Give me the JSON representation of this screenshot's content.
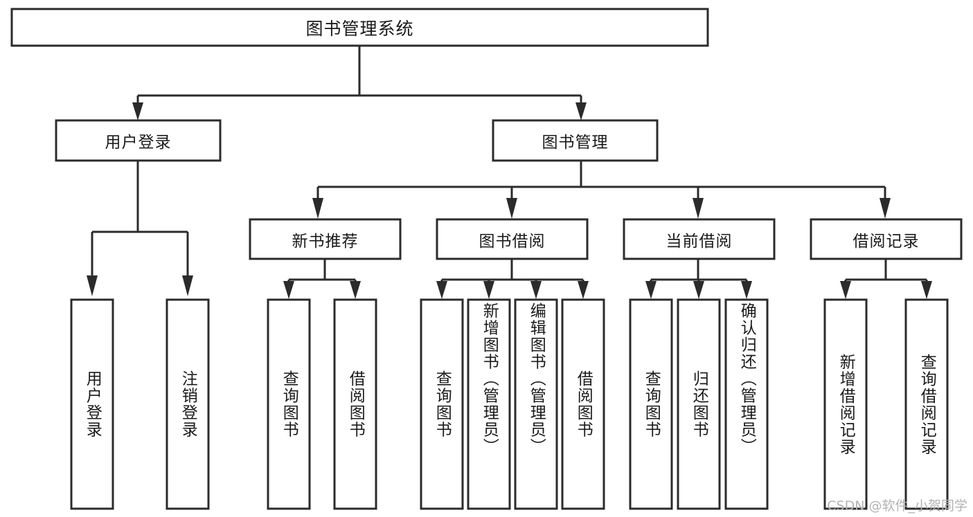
{
  "diagram": {
    "kind": "hierarchy-tree",
    "root": {
      "id": "root",
      "label": "图书管理系统"
    },
    "level2": [
      {
        "id": "user-login",
        "label": "用户登录"
      },
      {
        "id": "book-manage",
        "label": "图书管理"
      }
    ],
    "level3": [
      {
        "id": "new-book-recommend",
        "label": "新书推荐",
        "parent": "book-manage"
      },
      {
        "id": "book-borrow",
        "label": "图书借阅",
        "parent": "book-manage"
      },
      {
        "id": "current-borrow",
        "label": "当前借阅",
        "parent": "book-manage"
      },
      {
        "id": "borrow-record",
        "label": "借阅记录",
        "parent": "book-manage"
      }
    ],
    "leaves": [
      {
        "id": "leaf-user-login",
        "label": "用户登录",
        "parent": "user-login"
      },
      {
        "id": "leaf-logout",
        "label": "注销登录",
        "parent": "user-login"
      },
      {
        "id": "leaf-query-book-1",
        "label": "查询图书",
        "parent": "new-book-recommend"
      },
      {
        "id": "leaf-borrow-book-1",
        "label": "借阅图书",
        "parent": "new-book-recommend"
      },
      {
        "id": "leaf-query-book-2",
        "label": "查询图书",
        "parent": "book-borrow"
      },
      {
        "id": "leaf-add-book",
        "label": "新增图书（管理员）",
        "parent": "book-borrow"
      },
      {
        "id": "leaf-edit-book",
        "label": "编辑图书（管理员）",
        "parent": "book-borrow"
      },
      {
        "id": "leaf-borrow-book-2",
        "label": "借阅图书",
        "parent": "book-borrow"
      },
      {
        "id": "leaf-query-book-3",
        "label": "查询图书",
        "parent": "current-borrow"
      },
      {
        "id": "leaf-return-book",
        "label": "归还图书",
        "parent": "current-borrow"
      },
      {
        "id": "leaf-confirm-return",
        "label": "确认归还（管理员）",
        "parent": "current-borrow"
      },
      {
        "id": "leaf-add-record",
        "label": "新增借阅记录",
        "parent": "borrow-record"
      },
      {
        "id": "leaf-query-record",
        "label": "查询借阅记录",
        "parent": "borrow-record"
      }
    ]
  },
  "watermark": {
    "text": "CSDN @软件_小贺同学"
  },
  "colors": {
    "background": "#ffffff",
    "box_fill": "#ffffff",
    "box_stroke": "#2b2b2b",
    "connector": "#2b2b2b",
    "text": "#1a1a1a",
    "watermark": "#b3b3b3"
  }
}
